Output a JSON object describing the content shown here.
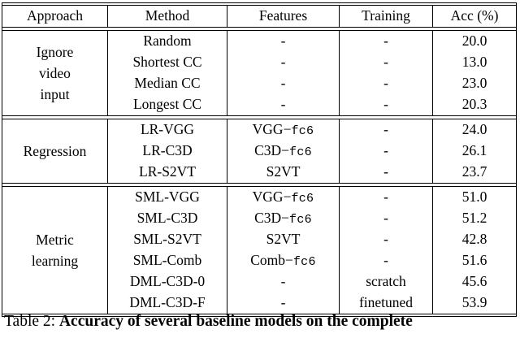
{
  "table": {
    "columns": [
      "Approach",
      "Method",
      "Features",
      "Training",
      "Acc (%)"
    ],
    "groups": [
      {
        "approach_lines": [
          "Ignore",
          "video",
          "input"
        ],
        "rows": [
          {
            "method": "Random",
            "features_main": "-",
            "features_sep": "",
            "features_mono": "",
            "training": "-",
            "acc": "20.0",
            "acc_bold": false
          },
          {
            "method": "Shortest CC",
            "features_main": "-",
            "features_sep": "",
            "features_mono": "",
            "training": "-",
            "acc": "13.0",
            "acc_bold": false
          },
          {
            "method": "Median CC",
            "features_main": "-",
            "features_sep": "",
            "features_mono": "",
            "training": "-",
            "acc": "23.0",
            "acc_bold": false
          },
          {
            "method": "Longest CC",
            "features_main": "-",
            "features_sep": "",
            "features_mono": "",
            "training": "-",
            "acc": "20.3",
            "acc_bold": false
          }
        ]
      },
      {
        "approach_lines": [
          "Regression"
        ],
        "rows": [
          {
            "method": "LR-VGG",
            "features_main": "VGG",
            "features_sep": "−",
            "features_mono": "fc6",
            "training": "-",
            "acc": "24.0",
            "acc_bold": false
          },
          {
            "method": "LR-C3D",
            "features_main": "C3D",
            "features_sep": "−",
            "features_mono": "fc6",
            "training": "-",
            "acc": "26.1",
            "acc_bold": false
          },
          {
            "method": "LR-S2VT",
            "features_main": "S2VT",
            "features_sep": "",
            "features_mono": "",
            "training": "-",
            "acc": "23.7",
            "acc_bold": false
          }
        ]
      },
      {
        "approach_lines": [
          "Metric",
          "learning"
        ],
        "rows": [
          {
            "method": "SML-VGG",
            "features_main": "VGG",
            "features_sep": "−",
            "features_mono": "fc6",
            "training": "-",
            "acc": "51.0",
            "acc_bold": false
          },
          {
            "method": "SML-C3D",
            "features_main": "C3D",
            "features_sep": "−",
            "features_mono": "fc6",
            "training": "-",
            "acc": "51.2",
            "acc_bold": false
          },
          {
            "method": "SML-S2VT",
            "features_main": "S2VT",
            "features_sep": "",
            "features_mono": "",
            "training": "-",
            "acc": "42.8",
            "acc_bold": false
          },
          {
            "method": "SML-Comb",
            "features_main": "Comb",
            "features_sep": "−",
            "features_mono": "fc6",
            "training": "-",
            "acc": "51.6",
            "acc_bold": false
          },
          {
            "method": "DML-C3D-0",
            "features_main": "-",
            "features_sep": "",
            "features_mono": "",
            "training": "scratch",
            "acc": "45.6",
            "acc_bold": false
          },
          {
            "method": "DML-C3D-F",
            "features_main": "-",
            "features_sep": "",
            "features_mono": "",
            "training": "finetuned",
            "acc": "53.9",
            "acc_bold": true
          }
        ]
      }
    ]
  },
  "caption": {
    "label": "Table 2:",
    "text": "Accuracy of several baseline models on the complete"
  }
}
